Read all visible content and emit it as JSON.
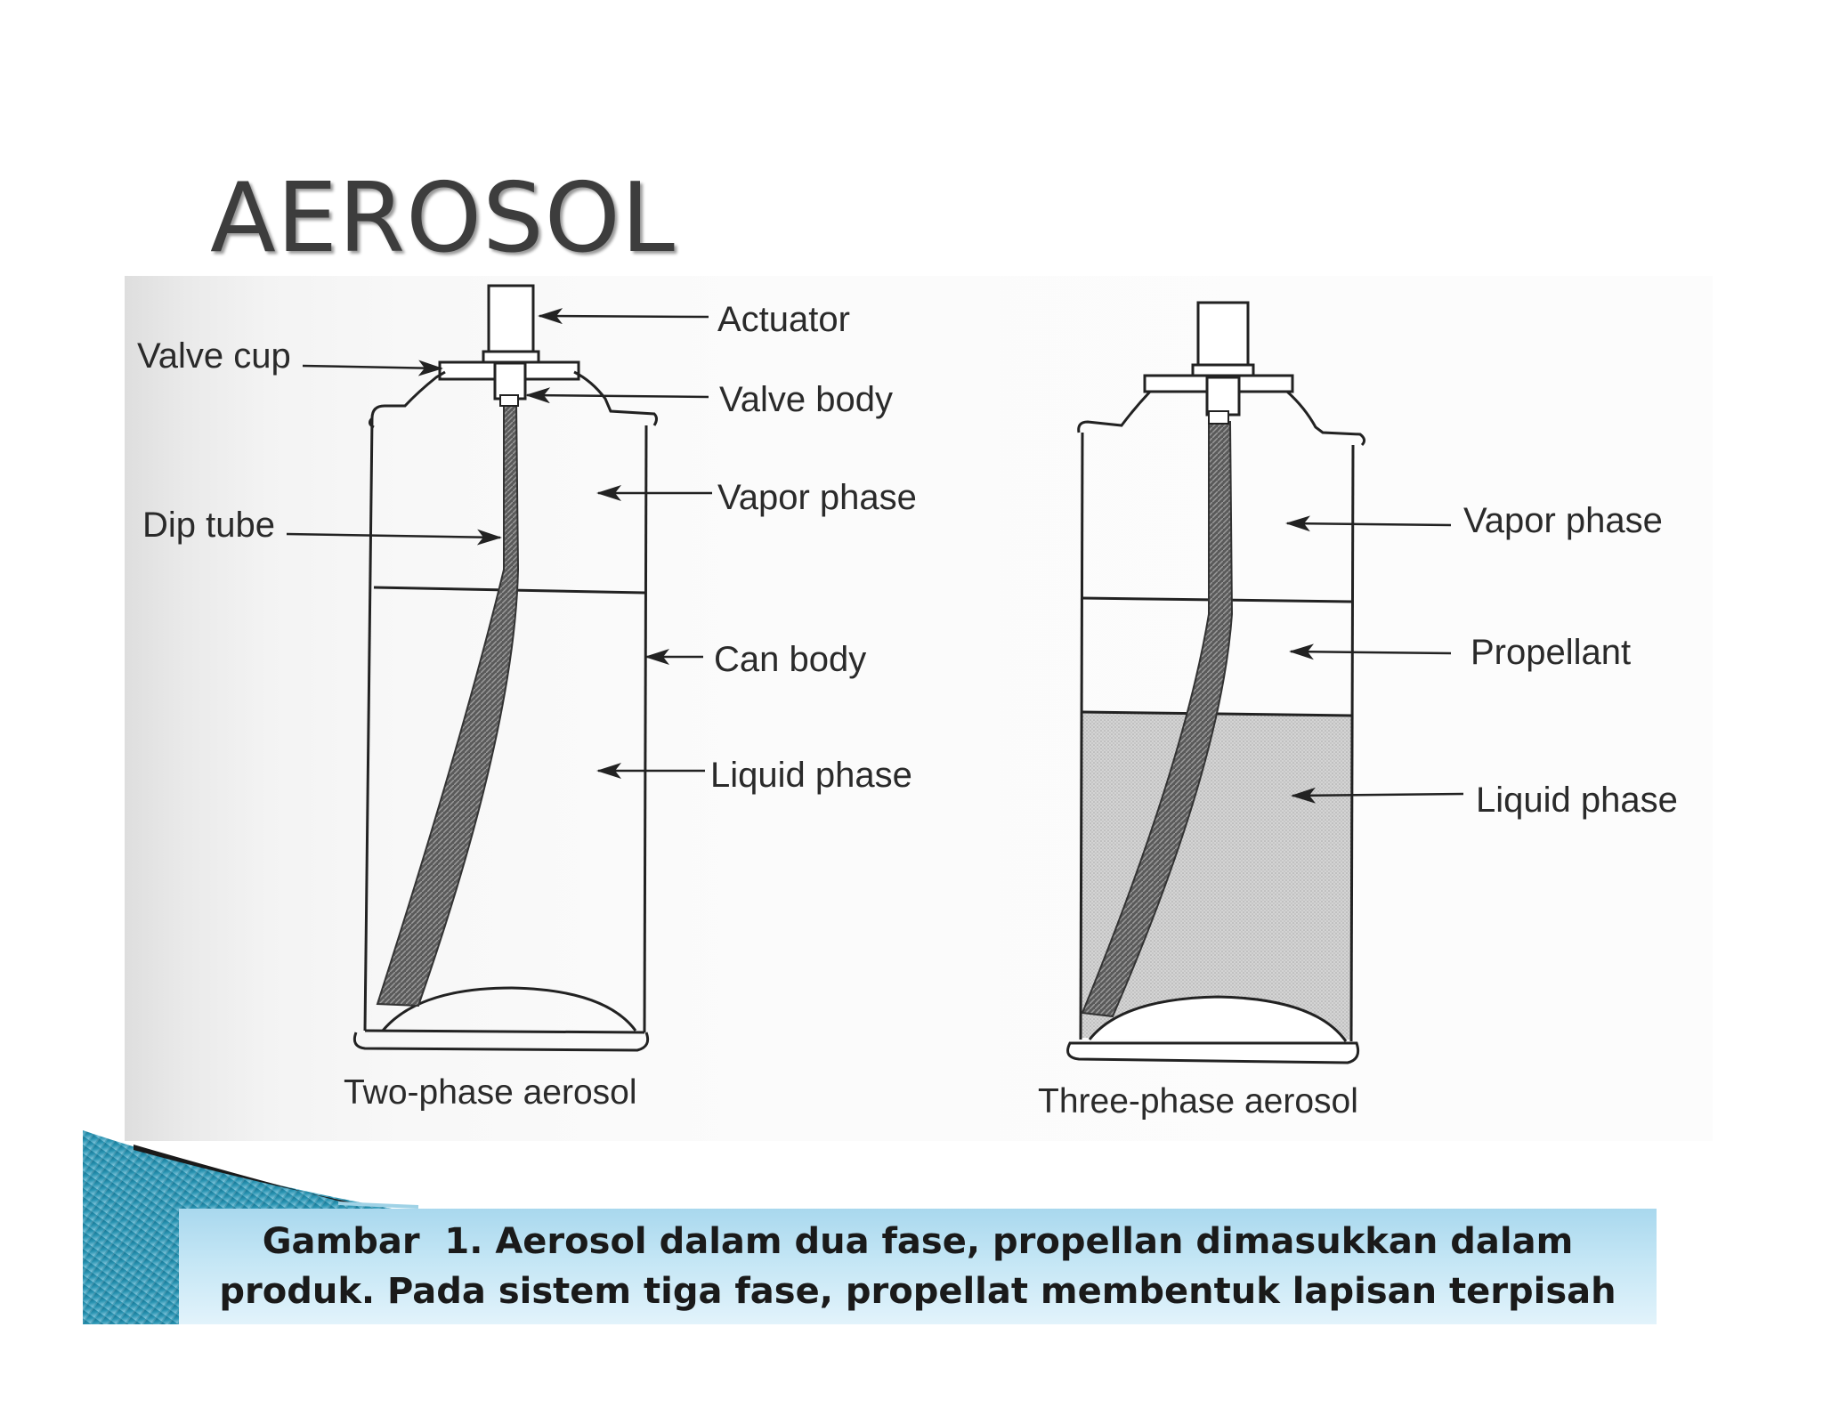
{
  "title": "AEROSOL",
  "labels": {
    "actuator": "Actuator",
    "valve_cup": "Valve cup",
    "valve_body": "Valve body",
    "vapor_phase_left": "Vapor phase",
    "dip_tube": "Dip tube",
    "can_body": "Can body",
    "liquid_phase_left": "Liquid phase",
    "vapor_phase_right": "Vapor phase",
    "propellant": "Propellant",
    "liquid_phase_right": "Liquid phase"
  },
  "captions": {
    "two_phase": "Two-phase aerosol",
    "three_phase": "Three-phase aerosol"
  },
  "figure_caption": {
    "line1": "Gambar  1. Aerosol dalam dua fase, propellan dimasukkan dalam",
    "line2": "produk. Pada sistem tiga fase, propellat membentuk lapisan terpisah"
  },
  "colors": {
    "caption_band_top": "#a9d8ee",
    "caption_band_bottom": "#e2f3fb",
    "decor_teal": "#1e7f9c",
    "liquid_fill": "#cfcfcf"
  }
}
